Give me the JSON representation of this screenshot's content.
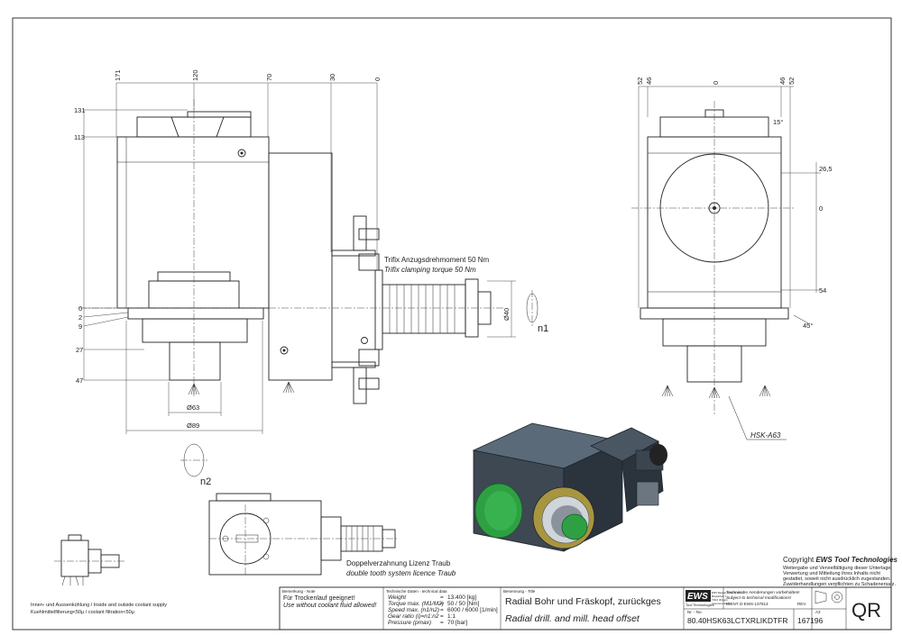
{
  "drawing": {
    "dims_top": [
      "171",
      "120",
      "70",
      "30",
      "0"
    ],
    "dims_left": [
      "131",
      "113",
      "0",
      "2",
      "9",
      "27",
      "47"
    ],
    "dims_bottom": [
      "Ø63",
      "Ø89"
    ],
    "dims_right_view_top": [
      "52",
      "46",
      "0",
      "46",
      "52"
    ],
    "dims_right_view_side": [
      "26,5",
      "0",
      "54"
    ],
    "angle_15": "15°",
    "angle_45": "45°",
    "dia_40": "Ø40",
    "n1": "n1",
    "n2": "n2",
    "hsk": "HSK-A63",
    "clamp_de": "Trifix Anzugsdrehmoment  50 Nm",
    "clamp_en": "Trifix clamping torque  50 Nm",
    "tooth_de": "Doppelverzahnung Lizenz Traub",
    "tooth_en": "double tooth system licence Traub",
    "coolant_1": "Innen- und Aussenkühlung / Inside and outside coolant supply",
    "coolant_2": "Kuehlmittelfilterung<50µ / coolant filtration<50µ"
  },
  "copyright": {
    "title_prefix": "Copyright ",
    "title_brand": "EWS Tool Technologies",
    "lines": [
      "Weitergabe und Vervielfältigung dieser Unterlage,",
      "Verwertung und Mitteilung ihres Inhalts nicht",
      "gestattet, soweit nicht ausdrücklich zugestanden.",
      "Zuwiderhandlungen verpflichten zu Schadenersatz."
    ]
  },
  "title_block": {
    "remark_header": "Bemerkung - Note",
    "remark_de": "Für Trockenlauf geeignet!",
    "remark_en": "Use without coolant fluid allowed!",
    "tech_header": "Technische Daten - technical data",
    "tech_rows": [
      {
        "label": "Weight",
        "op": "=",
        "value": "13.400 [kg]"
      },
      {
        "label": "Torque max. (M1/M2)",
        "op": "=",
        "value": "50 / 50 [Nm]"
      },
      {
        "label": "Speed max. (n1/n2)",
        "op": "=",
        "value": "6000 / 6000 [1/min]"
      },
      {
        "label": "Gear ratio  (i)=n1:n2",
        "op": "=",
        "value": "1:1"
      },
      {
        "label": "Pressure    (pmax)",
        "op": "=",
        "value": "70 [bar]"
      }
    ],
    "name_header": "Benennung - Title",
    "title_de": "Radial Bohr und Fräskopf, zurückges",
    "title_en": "Radial drill. and mill. head offset",
    "logo_text": "EWS",
    "logo_sub": "Tool Technologies",
    "company_lines": [
      "EWS Weigele GmbH & Co. KG",
      "Maybachstr. 1",
      "73116 Uhingen",
      "www.ews-tools.de"
    ],
    "changes_de": "Technische Aenderungen vorbehalten!",
    "changes_en": "Subject to technical modifications!",
    "ident_label": "IDENT.",
    "ident_value": "D-EWS-137613",
    "rev_label": "REV.",
    "format_label": "A3",
    "no_label": "Nr. - No.",
    "part_no": "80.40HSK63LCTXRLIKDTFR",
    "drawing_no": "167196",
    "qr": "QR"
  }
}
